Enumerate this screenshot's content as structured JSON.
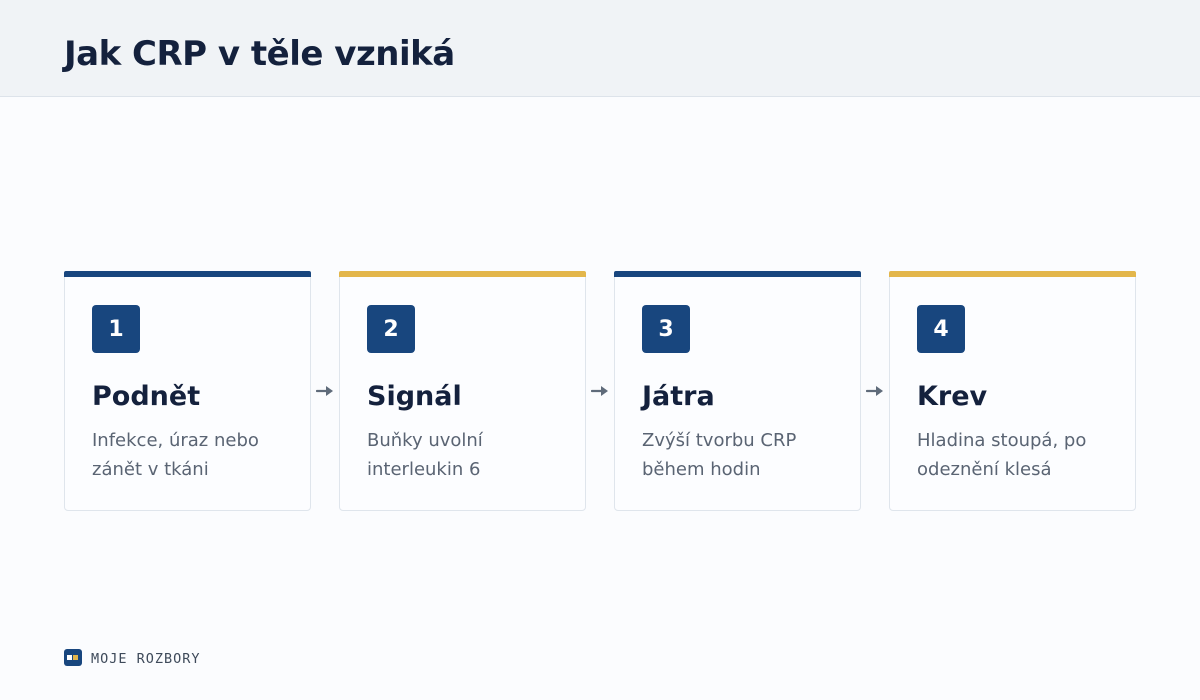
{
  "title": "Jak CRP v těle vzniká",
  "colors": {
    "primary": "#18467e",
    "accent": "#e3b64b",
    "arrow": "#5f6b7a",
    "text_dark": "#14213d",
    "text_muted": "#5a6473"
  },
  "steps": [
    {
      "number": "1",
      "title": "Podnět",
      "description": "Infekce, úraz nebo zánět v tkáni",
      "accent": "primary"
    },
    {
      "number": "2",
      "title": "Signál",
      "description": "Buňky uvolní interleukin 6",
      "accent": "accent"
    },
    {
      "number": "3",
      "title": "Játra",
      "description": "Zvýší tvorbu CRP během hodin",
      "accent": "primary"
    },
    {
      "number": "4",
      "title": "Krev",
      "description": "Hladina stoupá, po odeznění klesá",
      "accent": "accent"
    }
  ],
  "footer": {
    "brand": "MOJE ROZBORY",
    "logo_icon": "lab-card-icon"
  }
}
